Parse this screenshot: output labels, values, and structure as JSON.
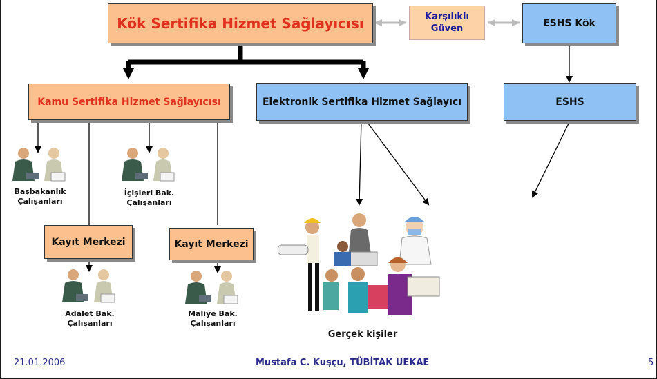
{
  "boxes": {
    "root": "Kök Sertifika Hizmet Sağlayıcısı",
    "mutual_trust": "Karşılıklı Güven",
    "eshs_root": "ESHS Kök",
    "public_csp": "Kamu Sertifika Hizmet Sağlayıcısı",
    "electronic_csp": "Elektronik Sertifika Hizmet Sağlayıcı",
    "eshs": "ESHS",
    "registration_1": "Kayıt Merkezi",
    "registration_2": "Kayıt Merkezi"
  },
  "labels": {
    "pm_line1": "Başbakanlık",
    "pm_line2": "Çalışanları",
    "interior_line1": "İçişleri Bak.",
    "interior_line2": "Çalışanları",
    "justice_line1": "Adalet Bak.",
    "justice_line2": "Çalışanları",
    "finance_line1": "Maliye Bak.",
    "finance_line2": "Çalışanları",
    "real_persons": "Gerçek kişiler"
  },
  "footer": {
    "date": "21.01.2006",
    "author": "Mustafa C. Kuşçu, TÜBİTAK UEKAE",
    "page": "5"
  },
  "colors": {
    "peach": "#fcc08f",
    "blue": "#8fc1f4",
    "root_text": "#e0301e",
    "trust_text": "#1a1aa0",
    "footer_text": "#2a2a8a"
  }
}
